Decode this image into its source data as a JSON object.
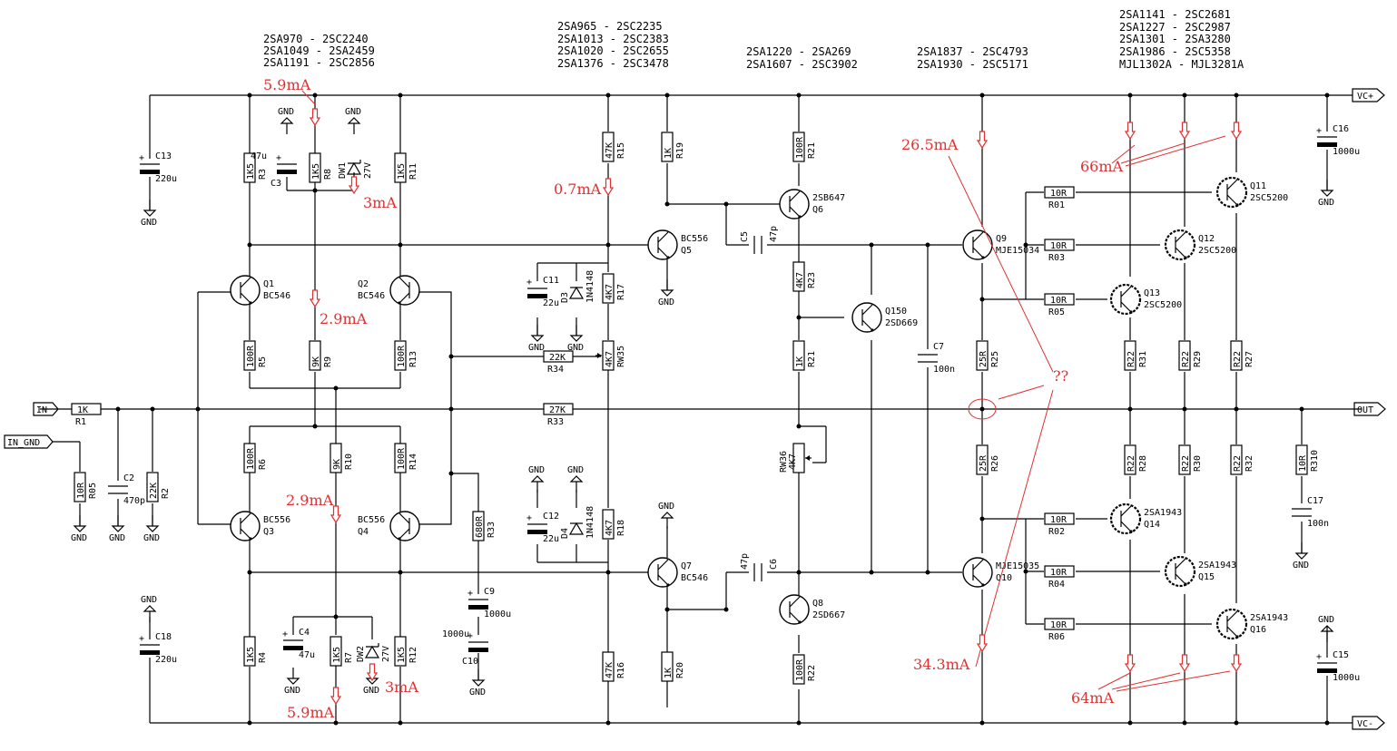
{
  "headers": {
    "col1": [
      "2SA970  - 2SC2240",
      "2SA1049 - 2SA2459",
      "2SA1191 - 2SC2856"
    ],
    "col2": [
      "2SA965  - 2SC2235",
      "2SA1013 - 2SC2383",
      "2SA1020 - 2SC2655",
      "2SA1376 - 2SC3478"
    ],
    "col3": [
      "2SA1220 - 2SA269",
      "2SA1607 - 2SC3902"
    ],
    "col4": [
      "2SA1837 - 2SC4793",
      "2SA1930 - 2SC5171"
    ],
    "col5": [
      "2SA1141 - 2SC2681",
      "2SA1227 - 2SC2987",
      "2SA1301 - 2SA3280",
      "2SA1986 - 2SC5358",
      "MJL1302A - MJL3281A"
    ]
  },
  "ports": {
    "vcp": "VC+",
    "vcn": "VC-",
    "in": "IN",
    "in_gnd": "IN_GND",
    "out": "OUT"
  },
  "annotations": {
    "a1": "5.9mA",
    "a2": "3mA",
    "a3": "0.7mA",
    "a4": "2.9mA",
    "a5": "2.9mA",
    "a6": "3mA",
    "a7": "5.9mA",
    "a8": "26.5mA",
    "a9": "34.3mA",
    "a10": "??",
    "a11": "66mA",
    "a12": "64mA"
  },
  "gnd": "GND",
  "resistors": {
    "R1": [
      "1K",
      "R1"
    ],
    "R05a": [
      "10R",
      "R05"
    ],
    "R2": [
      "22K",
      "R2"
    ],
    "R3": [
      "1K5",
      "R3"
    ],
    "R8": [
      "1K5",
      "R8"
    ],
    "R11": [
      "1K5",
      "R11"
    ],
    "R5": [
      "100R",
      "R5"
    ],
    "R9": [
      "9K",
      "R9"
    ],
    "R13": [
      "100R",
      "R13"
    ],
    "R6": [
      "100R",
      "R6"
    ],
    "R10": [
      "9K",
      "R10"
    ],
    "R14": [
      "100R",
      "R14"
    ],
    "R4": [
      "1K5",
      "R4"
    ],
    "R7": [
      "1K5",
      "R7"
    ],
    "R12": [
      "1K5",
      "R12"
    ],
    "R33v": [
      "680R",
      "R33"
    ],
    "R15": [
      "47K",
      "R15"
    ],
    "R17": [
      "4K7",
      "R17"
    ],
    "R18": [
      "4K7",
      "R18"
    ],
    "R16": [
      "47K",
      "R16"
    ],
    "R19": [
      "1K",
      "R19"
    ],
    "R20": [
      "1K",
      "R20"
    ],
    "R34": [
      "22K",
      "R34"
    ],
    "R33h": [
      "27K",
      "R33"
    ],
    "R21a": [
      "100R",
      "R21"
    ],
    "R23": [
      "4K7",
      "R23"
    ],
    "R21b": [
      "1K",
      "R21"
    ],
    "R22": [
      "100R",
      "R22"
    ],
    "R25": [
      "25R",
      "R25"
    ],
    "R26": [
      "25R",
      "R26"
    ],
    "R01": [
      "10R",
      "R01"
    ],
    "R03": [
      "10R",
      "R03"
    ],
    "R05b": [
      "10R",
      "R05"
    ],
    "R02": [
      "10R",
      "R02"
    ],
    "R04": [
      "10R",
      "R04"
    ],
    "R06": [
      "10R",
      "R06"
    ],
    "R31": [
      "R22",
      "R31"
    ],
    "R29": [
      "R22",
      "R29"
    ],
    "R27": [
      "R22",
      "R27"
    ],
    "R28": [
      "R22",
      "R28"
    ],
    "R30": [
      "R22",
      "R30"
    ],
    "R32": [
      "R22",
      "R32"
    ],
    "R310": [
      "10R",
      "R310"
    ]
  },
  "capacitors": {
    "C13": [
      "C13",
      "220u"
    ],
    "C18": [
      "C18",
      "220u"
    ],
    "C2": [
      "C2",
      "470p"
    ],
    "C3": [
      "47u",
      "C3"
    ],
    "C4": [
      "C4",
      "47u"
    ],
    "C9": [
      "C9",
      "1000u"
    ],
    "C10": [
      "1000u",
      "C10"
    ],
    "C11": [
      "C11",
      "22u"
    ],
    "C12": [
      "C12",
      "22u"
    ],
    "C5": [
      "C5",
      "47p"
    ],
    "C6": [
      "47p",
      "C6"
    ],
    "C7": [
      "C7",
      "100n"
    ],
    "C16": [
      "C16",
      "1000u"
    ],
    "C15": [
      "C15",
      "1000u"
    ],
    "C17": [
      "C17",
      "100n"
    ]
  },
  "diodes": {
    "DW1": [
      "DW1",
      "27V"
    ],
    "DW2": [
      "DW2",
      "27V"
    ],
    "D3": [
      "D3",
      "1N4148"
    ],
    "D4": [
      "D4",
      "1N4148"
    ]
  },
  "pots": {
    "RW35": [
      "4K7",
      "RW35"
    ],
    "RW36": [
      "RW36",
      "4K7"
    ]
  },
  "transistors": {
    "Q1": [
      "Q1",
      "BC546"
    ],
    "Q2": [
      "Q2",
      "BC546"
    ],
    "Q3": [
      "BC556",
      "Q3"
    ],
    "Q4": [
      "BC556",
      "Q4"
    ],
    "Q5": [
      "BC556",
      "Q5"
    ],
    "Q7": [
      "Q7",
      "BC546"
    ],
    "Q6": [
      "2SB647",
      "Q6"
    ],
    "Q8": [
      "Q8",
      "2SD667"
    ],
    "Q150": [
      "Q150",
      "2SD669"
    ],
    "Q9": [
      "Q9",
      "MJE15034"
    ],
    "Q10": [
      "MJE15035",
      "Q10"
    ],
    "Q11": [
      "Q11",
      "2SC5200"
    ],
    "Q12": [
      "Q12",
      "2SC5200"
    ],
    "Q13": [
      "Q13",
      "2SC5200"
    ],
    "Q14": [
      "2SA1943",
      "Q14"
    ],
    "Q15": [
      "2SA1943",
      "Q15"
    ],
    "Q16": [
      "2SA1943",
      "Q16"
    ]
  }
}
